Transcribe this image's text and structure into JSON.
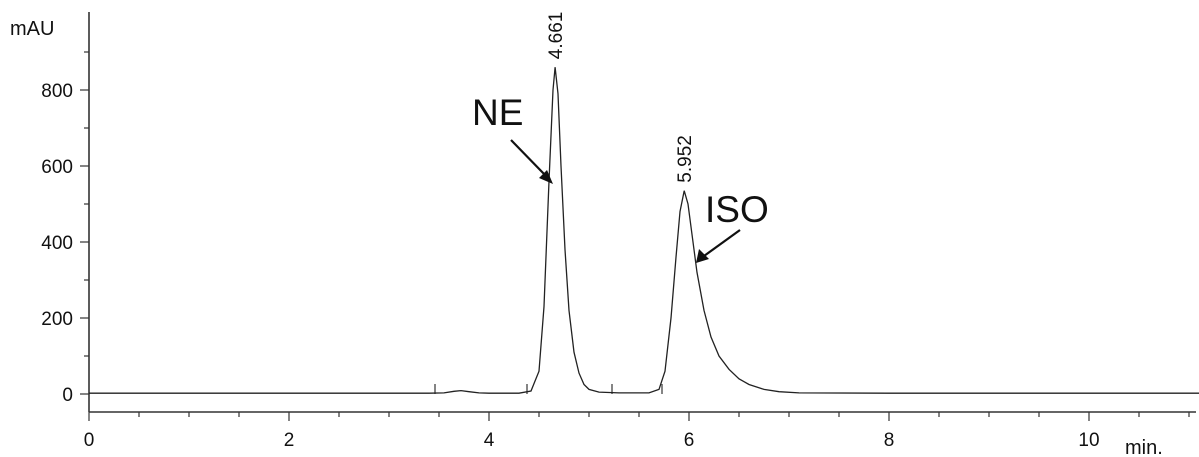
{
  "chart_data": {
    "type": "line",
    "xlabel": "min.",
    "ylabel": "mAU",
    "xlim": [
      0,
      11.2
    ],
    "ylim": [
      -20,
      990
    ],
    "x_ticks": [
      0,
      2,
      4,
      6,
      8,
      10
    ],
    "y_ticks": [
      0,
      200,
      400,
      600,
      800
    ],
    "grid": false,
    "legend": "none",
    "peaks": [
      {
        "label": "4.661",
        "compound": "NE",
        "rt": 4.661,
        "height": 860
      },
      {
        "label": "5.952",
        "compound": "ISO",
        "rt": 5.952,
        "height": 535
      }
    ],
    "series": [
      {
        "x": [
          0,
          3.4,
          3.55,
          3.65,
          3.72,
          3.8,
          3.9,
          4.0,
          4.3,
          4.42,
          4.5,
          4.55,
          4.6,
          4.64,
          4.661,
          4.69,
          4.72,
          4.76,
          4.8,
          4.85,
          4.9,
          4.95,
          5.0,
          5.1,
          5.3,
          5.6,
          5.7,
          5.76,
          5.82,
          5.87,
          5.91,
          5.952,
          5.99,
          6.03,
          6.08,
          6.15,
          6.22,
          6.3,
          6.4,
          6.5,
          6.6,
          6.75,
          6.9,
          7.1,
          8.0,
          9.0,
          10.0,
          11.2
        ],
        "y": [
          2,
          2,
          3,
          7,
          9,
          6,
          3,
          2,
          2,
          8,
          60,
          230,
          560,
          800,
          860,
          790,
          600,
          380,
          220,
          110,
          55,
          25,
          12,
          5,
          3,
          3,
          12,
          60,
          200,
          360,
          480,
          535,
          500,
          420,
          320,
          220,
          150,
          100,
          65,
          40,
          25,
          12,
          6,
          3,
          2,
          2,
          2,
          2
        ]
      }
    ],
    "colors": {
      "trace": "#222222"
    }
  }
}
